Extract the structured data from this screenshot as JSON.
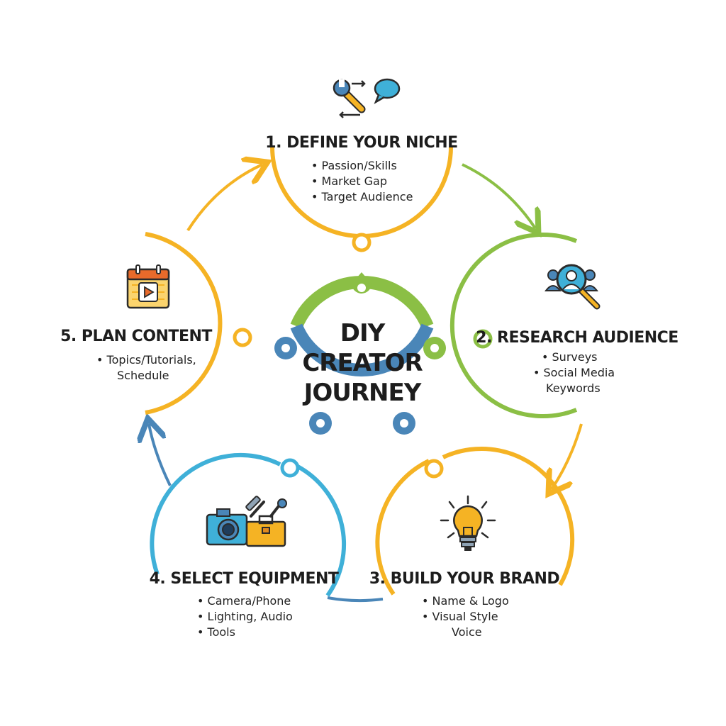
{
  "center": {
    "lines": [
      "DIY",
      "CREATOR",
      "JOURNEY"
    ]
  },
  "steps": [
    {
      "title": "1. DEFINE YOUR NICHE",
      "bullets": [
        "• Passion/Skills",
        "• Market Gap",
        "• Target Audience"
      ],
      "color": "#f5b324",
      "icon": "wrench-chat-icon"
    },
    {
      "title": "2. RESEARCH AUDIENCE",
      "bullets": [
        "• Surveys",
        "• Social Media",
        "Keywords"
      ],
      "color": "#8bbf45",
      "icon": "audience-magnifier-icon"
    },
    {
      "title": "3. BUILD YOUR BRAND",
      "bullets": [
        "• Name & Logo",
        "• Visual Style",
        "Voice"
      ],
      "color": "#f5b324",
      "icon": "lightbulb-icon"
    },
    {
      "title": "4. SELECT EQUIPMENT",
      "bullets": [
        "• Camera/Phone",
        "• Lighting, Audio",
        "• Tools"
      ],
      "color": "#3fb0d8",
      "icon": "camera-toolbox-icon"
    },
    {
      "title": "5. PLAN CONTENT",
      "bullets": [
        "• Topics/Tutorials,",
        "Schedule"
      ],
      "color": "#f5b324",
      "icon": "calendar-video-icon"
    }
  ],
  "colors": {
    "yellow": "#f5b324",
    "green": "#8bbf45",
    "blue": "#3fb0d8",
    "steel_blue": "#4a86b8"
  }
}
